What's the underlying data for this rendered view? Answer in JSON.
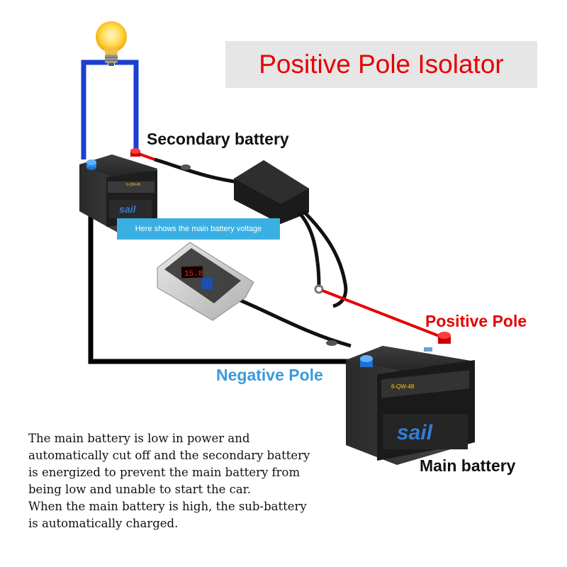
{
  "title": "Positive Pole Isolator",
  "labels": {
    "secondary_battery": "Secondary battery",
    "positive_pole": "Positive Pole",
    "negative_pole": "Negative Pole",
    "main_battery": "Main battery",
    "voltage_note": "Here shows the main battery voltage"
  },
  "display_reading": "15.8",
  "battery_brand": "sail",
  "battery_label_main": "6-QW-48",
  "battery_label_secondary": "6-QW-45",
  "description": [
    "The main battery is low in power and",
    "automatically cut off and the secondary battery",
    "is energized to prevent the main battery from",
    "being low and unable to start the car.",
    "When the main battery is high, the sub-battery",
    "is automatically charged."
  ],
  "colors": {
    "title": "#e60000",
    "title_bg": "#e6e6e6",
    "positive": "#e60000",
    "negative": "#3a9bd9",
    "wire_blue": "#1a3fd1",
    "wire_black": "#000000",
    "note_bg": "#3ab0e2"
  },
  "icons": [
    "light-bulb-icon",
    "battery-icon",
    "isolator-module-icon",
    "voltmeter-icon"
  ]
}
